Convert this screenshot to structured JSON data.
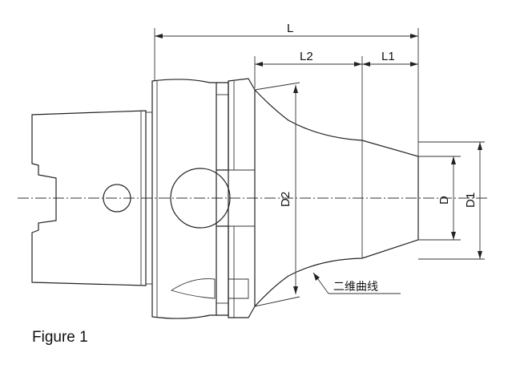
{
  "labels": {
    "L": "L",
    "L1": "L1",
    "L2": "L2",
    "D": "D",
    "D1": "D1",
    "D2": "D2",
    "curve_note": "二维曲线"
  },
  "caption": "Figure 1"
}
